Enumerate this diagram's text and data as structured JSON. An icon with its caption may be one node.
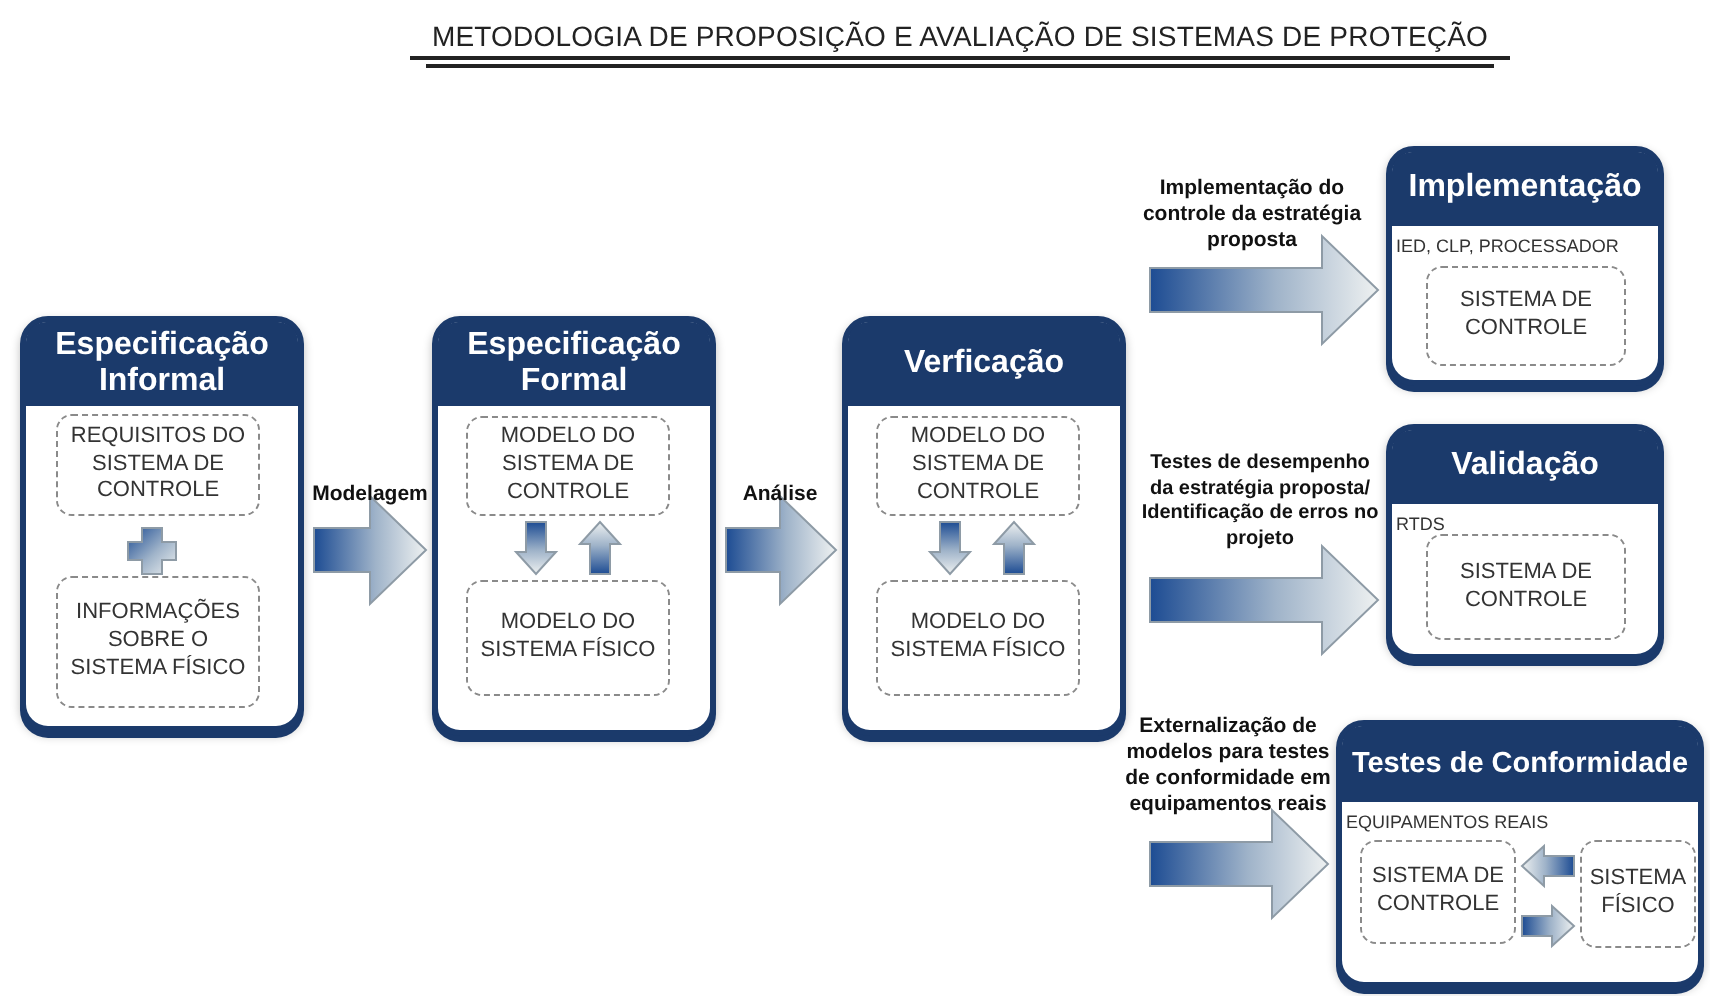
{
  "diagram": {
    "title": "METODOLOGIA DE PROPOSIÇÃO E AVALIAÇÃO DE SISTEMAS DE PROTEÇÃO",
    "nodes": [
      {
        "text": [
          "Especificação Informal"
        ]
      },
      {
        "text": [
          "REQUISITOS DO SISTEMA DE CONTROLE"
        ],
        "in": 0
      },
      {
        "text": [
          "INFORMAÇÕES SOBRE O SISTEMA FÍSICO"
        ],
        "in": 0
      },
      {
        "text": [
          "Especificação Formal"
        ]
      },
      {
        "text": [
          "MODELO DO SISTEMA DE CONTROLE"
        ],
        "in": 3
      },
      {
        "text": [
          "MODELO DO SISTEMA FÍSICO"
        ],
        "in": 3
      },
      {
        "text": [
          "Verficação"
        ]
      },
      {
        "text": [
          "MODELO DO SISTEMA DE CONTROLE"
        ],
        "in": 6
      },
      {
        "text": [
          "MODELO DO SISTEMA FÍSICO"
        ],
        "in": 6
      },
      {
        "text": [
          "Implementação",
          "IED, CLP, PROCESSADOR"
        ]
      },
      {
        "text": [
          "SISTEMA DE CONTROLE"
        ],
        "in": 9
      },
      {
        "text": [
          "Validação",
          "RTDS"
        ]
      },
      {
        "text": [
          "SISTEMA DE CONTROLE"
        ],
        "in": 11
      },
      {
        "text": [
          "Testes de Conformidade",
          "EQUIPAMENTOS REAIS"
        ]
      },
      {
        "text": [
          "SISTEMA DE CONTROLE"
        ],
        "in": 13
      },
      {
        "text": [
          "SISTEMA FÍSICO"
        ],
        "in": 13
      }
    ],
    "edges": [
      {
        "from": 0,
        "to": 3,
        "arrow": "to",
        "label": "Modelagem",
        "style": "thick"
      },
      {
        "from": 3,
        "to": 6,
        "arrow": "to",
        "label": "Análise",
        "style": "thick"
      },
      {
        "from": 6,
        "to": 9,
        "arrow": "to",
        "label": "Implementação do controle da estratégia proposta",
        "style": "thick"
      },
      {
        "from": 6,
        "to": 11,
        "arrow": "to",
        "label": "Testes de desempenho da estratégia proposta/ Identificação de erros no projeto",
        "style": "thick"
      },
      {
        "from": 6,
        "to": 13,
        "arrow": "to",
        "label": "Externalização de modelos para testes de conformidade em equipamentos reais",
        "style": "thick"
      },
      {
        "from": 4,
        "to": 5,
        "arrow": "to"
      },
      {
        "from": 5,
        "to": 4,
        "arrow": "to"
      },
      {
        "from": 7,
        "to": 8,
        "arrow": "to"
      },
      {
        "from": 8,
        "to": 7,
        "arrow": "to"
      },
      {
        "from": 15,
        "to": 14,
        "arrow": "to"
      },
      {
        "from": 14,
        "to": 15,
        "arrow": "to"
      }
    ]
  }
}
